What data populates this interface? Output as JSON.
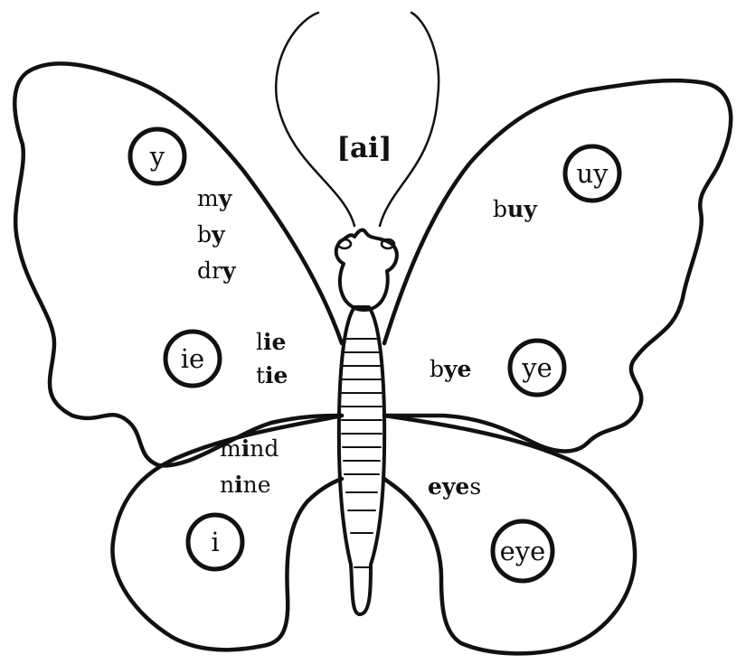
{
  "diagram": {
    "title": "[ai]",
    "colors": {
      "ink": "#111111",
      "paper": "#ffffff"
    },
    "spellings": [
      {
        "id": "y",
        "label": "y",
        "words": [
          [
            "m",
            "y"
          ],
          [
            "b",
            "y"
          ],
          [
            "dr",
            "y"
          ]
        ]
      },
      {
        "id": "uy",
        "label": "uy",
        "words": [
          [
            "b",
            "uy"
          ]
        ]
      },
      {
        "id": "ie",
        "label": "ie",
        "words": [
          [
            "l",
            "ie"
          ],
          [
            "t",
            "ie"
          ]
        ]
      },
      {
        "id": "ye",
        "label": "ye",
        "words": [
          [
            "b",
            "ye"
          ]
        ]
      },
      {
        "id": "i",
        "label": "i",
        "words": [
          [
            "m",
            "i",
            "nd"
          ],
          [
            "n",
            "i",
            "ne"
          ]
        ]
      },
      {
        "id": "eye",
        "label": "eye",
        "words": [
          [
            "",
            "eye",
            "s"
          ]
        ]
      }
    ]
  }
}
